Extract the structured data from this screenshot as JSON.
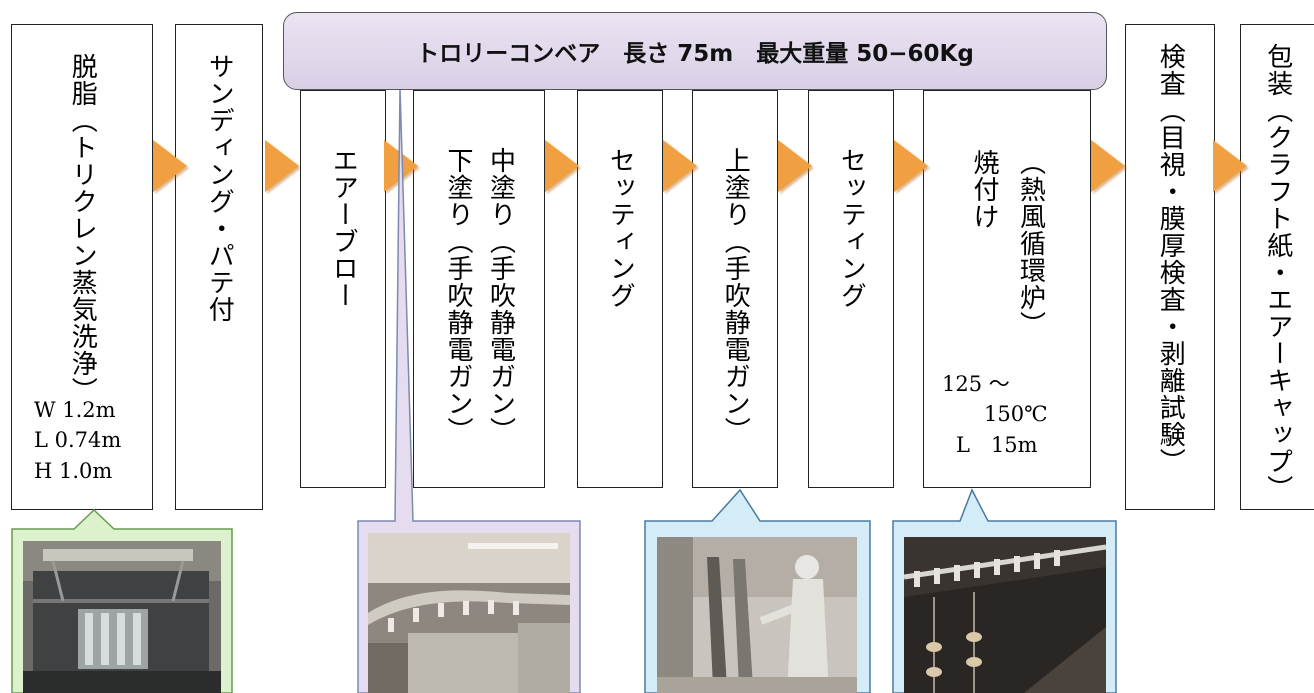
{
  "conveyor": {
    "label": "トロリーコンベア　長さ 75m　最大重量 50−60Kg"
  },
  "steps": {
    "degrease": {
      "text": "脱脂（トリクレン蒸気洗浄）",
      "spec": [
        "W 1.2m",
        "L 0.74m",
        "H 1.0m"
      ]
    },
    "sanding": {
      "text": "サンディング・パテ付"
    },
    "airblow": {
      "text": "エアーブロー"
    },
    "coat": {
      "col1": "中塗り（手吹静電ガン）",
      "col2": "下塗り（手吹静電ガン）"
    },
    "setting1": {
      "text": "セッティング"
    },
    "topcoat": {
      "text": "上塗り（手吹静電ガン）"
    },
    "setting2": {
      "text": "セッティング"
    },
    "bake": {
      "col1": "（熱風循環炉）",
      "col2": "焼付け",
      "spec": [
        "125 ～",
        "150℃",
        "L　15m"
      ]
    },
    "inspect": {
      "text": "検査（目視・膜厚検査・剥離試験）"
    },
    "package": {
      "text": "包装（クラフト紙・エアーキャップ）"
    }
  },
  "colors": {
    "arrow": "#f0a040",
    "conveyor_fill": "#e2daec",
    "callout_green": "#dcf2cc",
    "callout_purple": "#e6dcef",
    "callout_blue": "#d4ecf8"
  }
}
